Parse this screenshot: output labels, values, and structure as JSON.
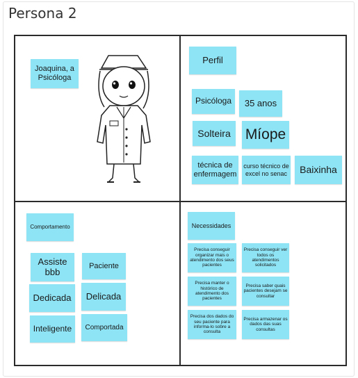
{
  "title": "Persona 2",
  "quadrants": {
    "identity": {
      "name_note": "Joaquina, a Psicóloga"
    },
    "profile": {
      "header": "Perfil",
      "notes": [
        "Psicóloga",
        "35 anos",
        "Solteira",
        "Míope",
        "técnica de enfermagem",
        "curso técnico de excel no senac",
        "Baixinha"
      ]
    },
    "behavior": {
      "header": "Comportamento",
      "notes": [
        "Assiste bbb",
        "Paciente",
        "Dedicada",
        "Delicada",
        "Inteligente",
        "Comportada"
      ]
    },
    "needs": {
      "header": "Necessidades",
      "notes": [
        "Precisa conseguir organizar mais o atendimento dos seus pacientes",
        "Precisa conseguir ver todos os atendimentos solicitados",
        "Precisa manter o histórico de atendimento dos pacientes",
        "Precisa saber quais pacientes desejam se consultar",
        "Precisa dos dados do seu paciente para informa-lo sobre a consulta",
        "Precisa armazenar os dados das suas consultas"
      ]
    }
  },
  "colors": {
    "note": "#8ee4f5",
    "border": "#2a2a2a"
  }
}
